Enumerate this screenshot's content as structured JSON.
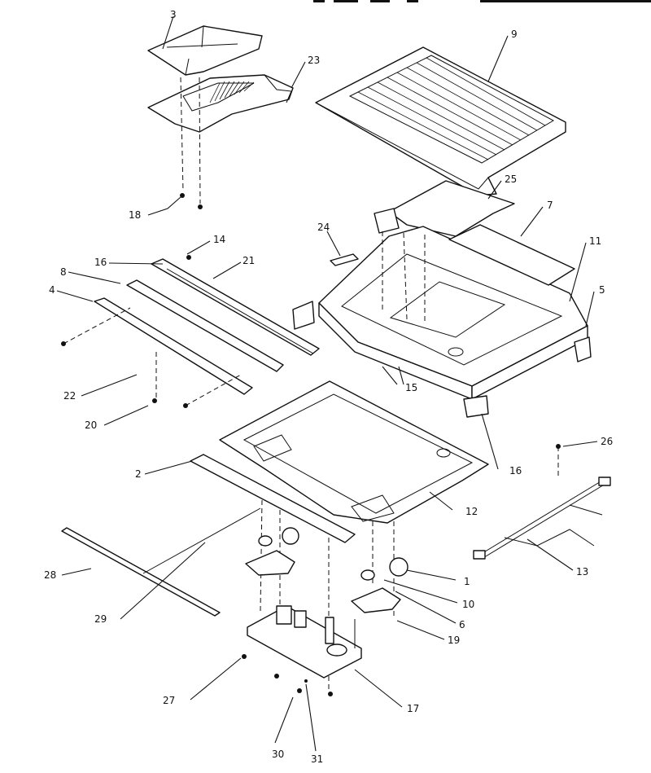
{
  "header_text": "…",
  "callouts": [
    "1",
    "2",
    "3",
    "4",
    "5",
    "6",
    "7",
    "8",
    "9",
    "10",
    "11",
    "12",
    "13",
    "14",
    "15",
    "16",
    "17",
    "18",
    "19",
    "20",
    "21",
    "22",
    "23",
    "24",
    "25",
    "26",
    "27",
    "28",
    "29",
    "30",
    "31"
  ]
}
